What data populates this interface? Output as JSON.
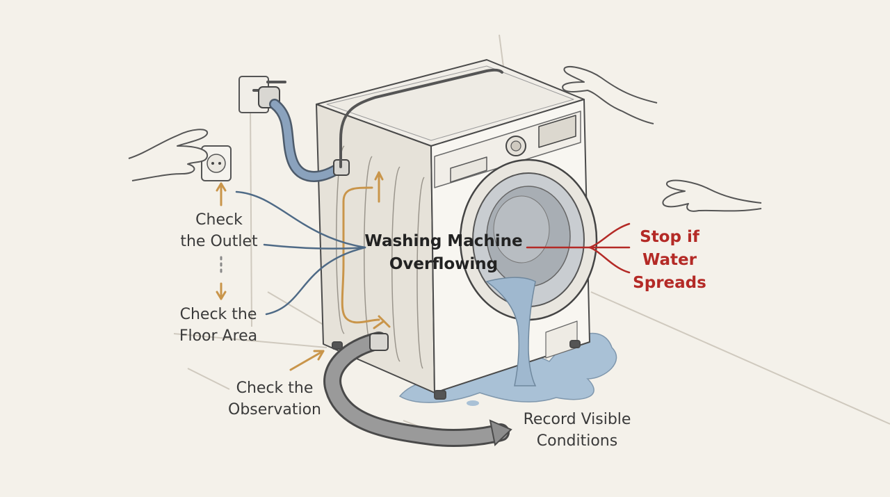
{
  "diagram": {
    "center_label": [
      "Washing Machine",
      "Overflowing"
    ],
    "stop_label": [
      "Stop if",
      "Water",
      "Spreads"
    ],
    "checks": {
      "outlet": [
        "Check",
        "the Outlet"
      ],
      "floor": [
        "Check the",
        "Floor Area"
      ],
      "observation": [
        "Check the",
        "Observation"
      ],
      "record": [
        "Record Visible",
        "Conditions"
      ]
    },
    "colors": {
      "background": "#f4f1ea",
      "line": "#4e6a86",
      "stop": "#b42a26",
      "arrow": "#c9954a",
      "water": "#9fb8cf",
      "hose_supply": "#7f98b6",
      "drain": "#8d8d8d"
    }
  }
}
